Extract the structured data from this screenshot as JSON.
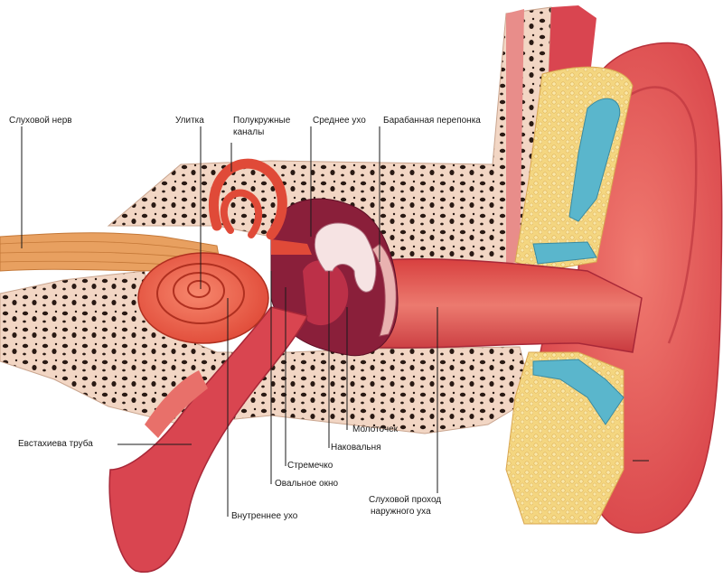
{
  "labels": {
    "auditory_nerve": "Слуховой нерв",
    "cochlea": "Улитка",
    "semicircular_canals_1": "Полукружные",
    "semicircular_canals_2": "каналы",
    "middle_ear": "Среднее ухо",
    "eardrum": "Барабанная перепонка",
    "eustachian_tube": "Евстахиева труба",
    "hammer": "Молоточек",
    "anvil": "Наковальня",
    "stirrup": "Стремечко",
    "oval_window": "Овальное окно",
    "inner_ear": "Внутреннее ухо",
    "ear_canal_1": "Слуховой проход",
    "ear_canal_2": "наружного уха"
  },
  "colors": {
    "bone": "#f2d6c4",
    "bone_pores": "#2a1a14",
    "flesh": "#e2514b",
    "flesh_dark": "#b8243a",
    "canal": "#e8706a",
    "cartilage": "#f4d680",
    "fluid": "#5ab6cc",
    "ossicles": "#f6e3e3",
    "nerve": "#e8a060"
  }
}
